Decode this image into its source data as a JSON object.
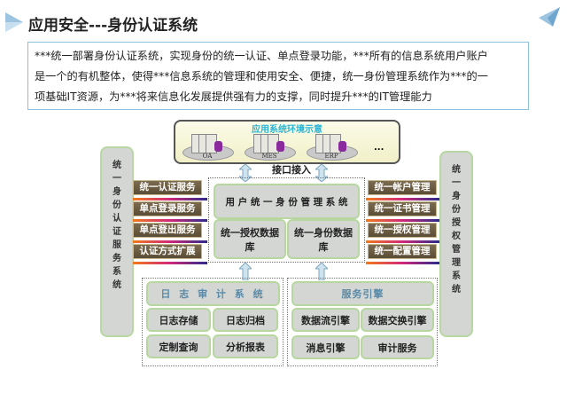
{
  "title": "应用安全---身份认证系统",
  "description": [
    "***统一部署身份认证系统，实现身份的统一认证、单点登录功能，***所有的信息系统用户账户",
    "是一个的有机整体，使得***信息系统的管理和使用安全、便捷，统一身份管理系统作为***的一",
    "项基础IT资源，为***将来信息化发展提供强有力的支撑，同时提升***的IT管理能力"
  ],
  "diagram": {
    "env_title": "应用系统环境示意",
    "servers": [
      "OA",
      "MES",
      "ERP"
    ],
    "ellipsis": "...",
    "interface": "接口接入",
    "left_panel": "统一身份认证服务系统",
    "right_panel": "统一身份授权管理系统",
    "left_services": [
      "统一认证服务",
      "单点登录服务",
      "单点登出服务",
      "认证方式扩展"
    ],
    "right_services": [
      "统一帐户管理",
      "统一证书管理",
      "统一授权管理",
      "统一配置管理"
    ],
    "core": "用 户 统 一 身 份 管 理 系 统",
    "db_left": "统一授权数据库",
    "db_right": "统一身份数据库",
    "log_title": "日 志 审 计 系 统",
    "log_cells": [
      "日志存储",
      "日志归档",
      "定制查询",
      "分析报表"
    ],
    "engine_title": "服务引擎",
    "engine_cells": [
      "数据流引擎",
      "数据交换引擎",
      "消息引擎",
      "审计服务"
    ]
  },
  "colors": {
    "accent": "#8cc0dc",
    "button": "#5a4c35",
    "panel": "#d3d6d3"
  }
}
